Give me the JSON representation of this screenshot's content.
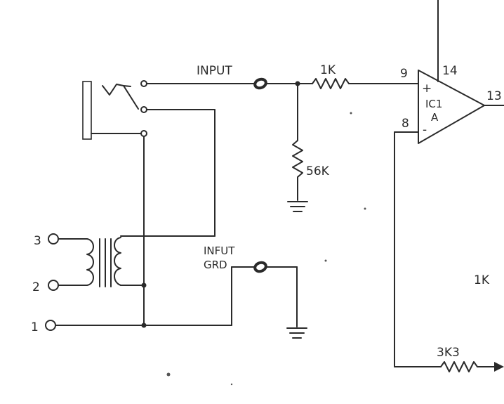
{
  "labels": {
    "input": "INPUT",
    "r_input": "1K",
    "r_shunt": "56K",
    "pin_noninv": "9",
    "pin_supply": "14",
    "pin_out": "13",
    "pin_inv": "8",
    "plus_sign": "+",
    "minus_sign": "-",
    "ic_name": "IC1",
    "ic_section": "A",
    "input_grd_line1": "INFUT",
    "input_grd_line2": "GRD",
    "r_right": "1K",
    "r_feedback": "3K3",
    "term_3": "3",
    "term_2": "2",
    "term_1": "1"
  }
}
